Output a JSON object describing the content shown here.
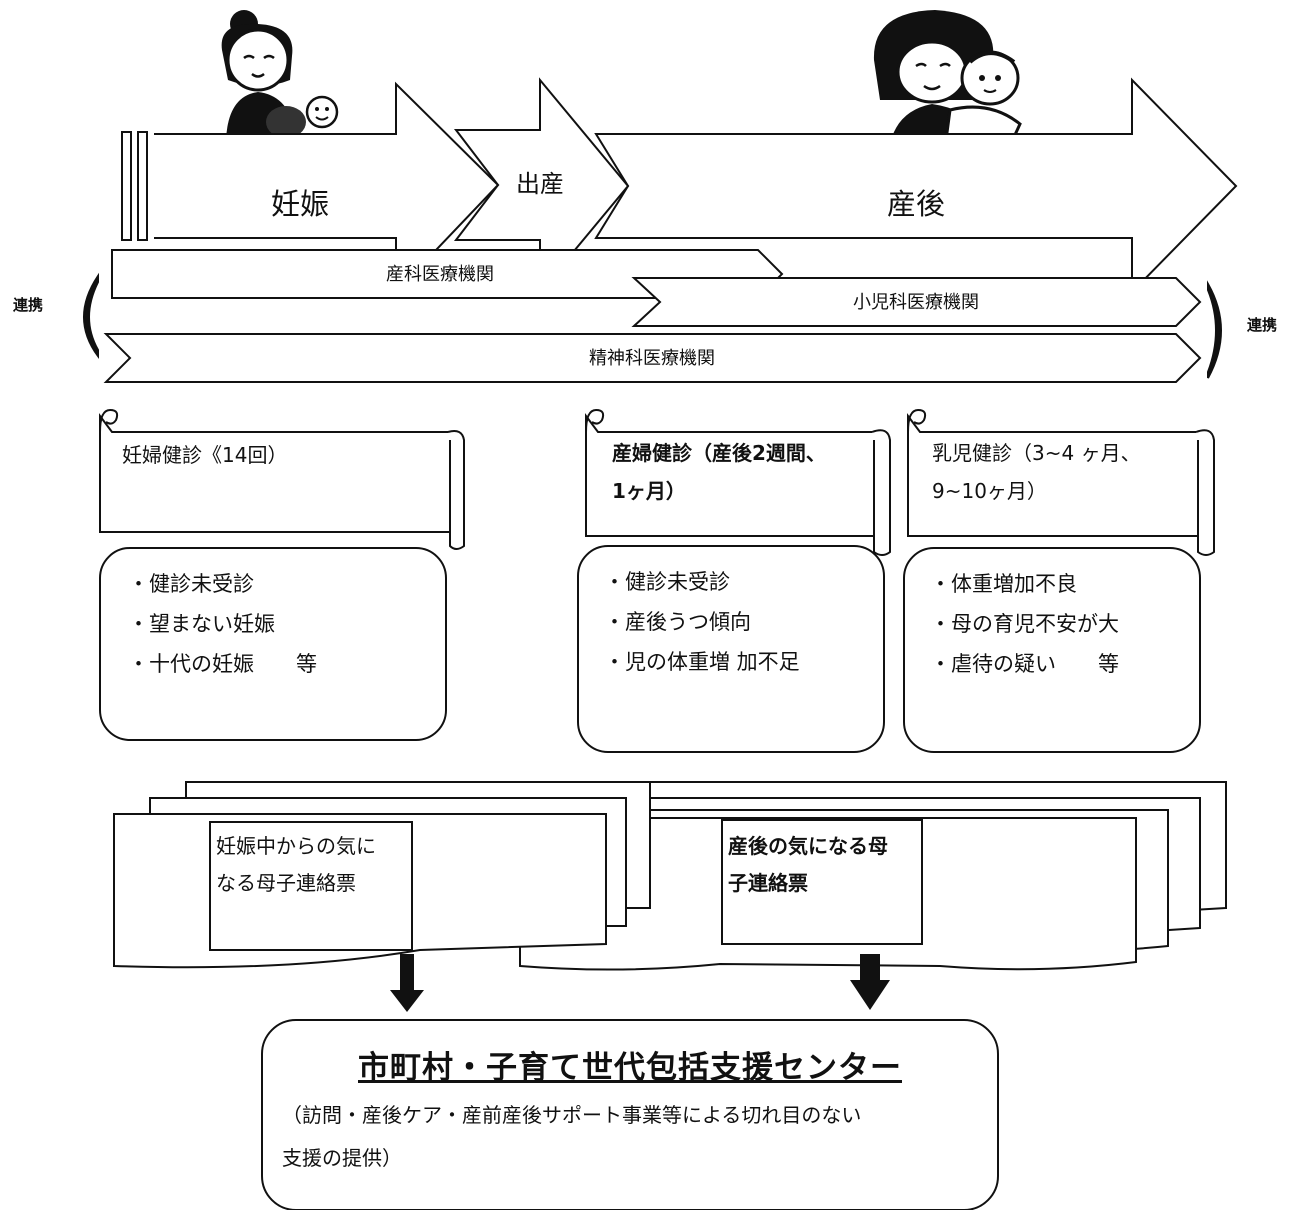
{
  "phases": {
    "pregnancy": "妊娠",
    "birth": "出産",
    "postpartum": "産後"
  },
  "institutions": {
    "obstetrics": "産科医療機関",
    "pediatrics": "小児科医療機関",
    "psychiatry": "精神科医療機関"
  },
  "cooperation": {
    "left": "連携",
    "right": "連携"
  },
  "checkups": [
    {
      "title": "妊婦健診《14回）",
      "items": [
        "・健診未受診",
        "・望まない妊娠",
        "・十代の妊娠　　等"
      ]
    },
    {
      "title_line1": "産婦健診（産後2週間、",
      "title_line2": "1ヶ月）",
      "items": [
        "・健診未受診",
        "・産後うつ傾向",
        "・児の体重増 加不足"
      ]
    },
    {
      "title_line1": "乳児健診（3~4 ヶ月、",
      "title_line2": "9~10ヶ月）",
      "items": [
        "・体重増加不良",
        "・母の育児不安が大",
        "・虐待の疑い　　等"
      ]
    }
  ],
  "forms": {
    "pregnancy_form_line1": "妊娠中からの気に",
    "pregnancy_form_line2": "なる母子連絡票",
    "postpartum_form_line1": "産後の気になる母",
    "postpartum_form_line2": "子連絡票"
  },
  "center": {
    "title": "市町村・子育て世代包括支援センター",
    "desc_line1": "（訪問・産後ケア・産前産後サポート事業等による切れ目のない",
    "desc_line2": "支援の提供）"
  }
}
